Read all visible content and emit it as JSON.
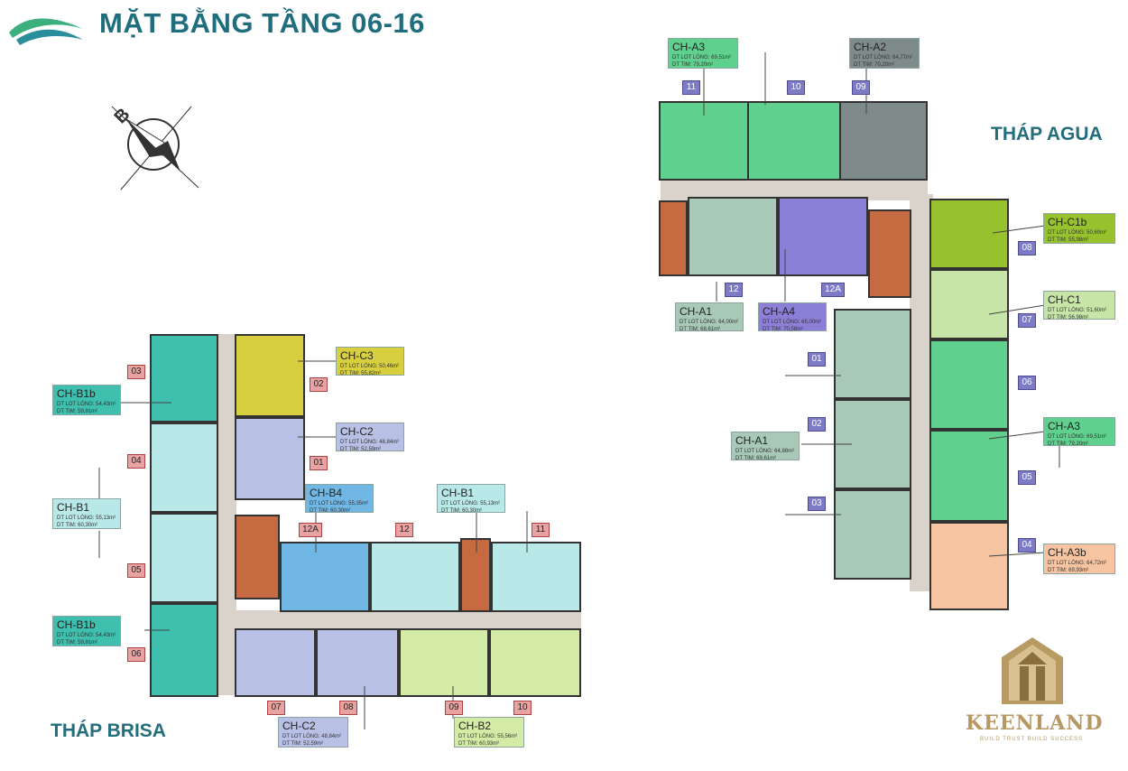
{
  "title": "MẶT BẰNG TẦNG 06-16",
  "compass_letter": "B",
  "towers": {
    "brisa": "THÁP BRISA",
    "agua": "THÁP AGUA"
  },
  "logo": {
    "name": "KEENLAND",
    "tagline": "BUILD TRUST BUILD SUCCESS"
  },
  "colors": {
    "teal": "#3fbfae",
    "lightcyan": "#b8e9e8",
    "yellow": "#d7cf3d",
    "lavender": "#b9c0e6",
    "blue": "#70b7e5",
    "lightgreen": "#d3eba5",
    "green": "#5fd08d",
    "gray": "#7f8b8a",
    "sage": "#a8c9b8",
    "purple": "#8c7fd8",
    "lime": "#97c22e",
    "palegreen": "#c6e5a6",
    "peach": "#f6c4a0",
    "stair": "#c66a42",
    "corridor": "#d9d3cc"
  },
  "units": [
    {
      "key": "ch-a3-top",
      "name": "CH-A3",
      "l1": "DT LOT LÒNG: 69,51m²",
      "l2": "DT TIM: 79,20m²",
      "color": "#5fd08d"
    },
    {
      "key": "ch-a2",
      "name": "CH-A2",
      "l1": "DT LOT LÒNG: 64,77m²",
      "l2": "DT TIM: 70,20m²",
      "color": "#7f8b8a"
    },
    {
      "key": "ch-c1b",
      "name": "CH-C1b",
      "l1": "DT LOT LÒNG: 50,60m²",
      "l2": "DT TIM: 55,98m²",
      "color": "#97c22e"
    },
    {
      "key": "ch-c1",
      "name": "CH-C1",
      "l1": "DT LOT LÒNG: 51,60m²",
      "l2": "DT TIM: 56,98m²",
      "color": "#c6e5a6"
    },
    {
      "key": "ch-a1-top",
      "name": "CH-A1",
      "l1": "DT LOT LÒNG: 64,00m²",
      "l2": "DT TIM: 68,61m²",
      "color": "#a8c9b8"
    },
    {
      "key": "ch-a4",
      "name": "CH-A4",
      "l1": "DT LOT LÒNG: 65,00m²",
      "l2": "DT TIM: 70,58m²",
      "color": "#8c7fd8"
    },
    {
      "key": "ch-a1-mid",
      "name": "CH-A1",
      "l1": "DT LOT LÒNG: 64,88m²",
      "l2": "DT TIM: 69,61m²",
      "color": "#a8c9b8"
    },
    {
      "key": "ch-a3-right",
      "name": "CH-A3",
      "l1": "DT LOT LÒNG: 69,51m²",
      "l2": "DT TIM: 79,20m²",
      "color": "#5fd08d"
    },
    {
      "key": "ch-a3b",
      "name": "CH-A3b",
      "l1": "DT LOT LÒNG: 64,72m²",
      "l2": "DT TIM: 69,93m²",
      "color": "#f6c4a0"
    },
    {
      "key": "ch-c3",
      "name": "CH-C3",
      "l1": "DT LOT LÒNG: 50,46m²",
      "l2": "DT TIM: 55,82m²",
      "color": "#d7cf3d"
    },
    {
      "key": "ch-b1b-top",
      "name": "CH-B1b",
      "l1": "DT LOT LÒNG: 54,43m²",
      "l2": "DT TIM: 59,81m²",
      "color": "#3fbfae"
    },
    {
      "key": "ch-c2-top",
      "name": "CH-C2",
      "l1": "DT LOT LÒNG: 48,84m²",
      "l2": "DT TIM: 52,59m²",
      "color": "#b9c0e6"
    },
    {
      "key": "ch-b4",
      "name": "CH-B4",
      "l1": "DT LOT LÒNG: 55,35m²",
      "l2": "DT TIM: 60,30m²",
      "color": "#70b7e5"
    },
    {
      "key": "ch-b1-right",
      "name": "CH-B1",
      "l1": "DT LOT LÒNG: 55,13m²",
      "l2": "DT TIM: 60,30m²",
      "color": "#b8e9e8"
    },
    {
      "key": "ch-b1-left",
      "name": "CH-B1",
      "l1": "DT LOT LÒNG: 55,13m²",
      "l2": "DT TIM: 60,30m²",
      "color": "#b8e9e8"
    },
    {
      "key": "ch-b1b-bot",
      "name": "CH-B1b",
      "l1": "DT LOT LÒNG: 54,43m²",
      "l2": "DT TIM: 59,81m²",
      "color": "#3fbfae"
    },
    {
      "key": "ch-c2-bot",
      "name": "CH-C2",
      "l1": "DT LOT LÒNG: 48,84m²",
      "l2": "DT TIM: 52,59m²",
      "color": "#b9c0e6"
    },
    {
      "key": "ch-b2",
      "name": "CH-B2",
      "l1": "DT LOT LÒNG: 55,56m²",
      "l2": "DT TIM: 60,93m²",
      "color": "#d3eba5"
    }
  ],
  "numbers_agua": [
    "11",
    "10",
    "09",
    "08",
    "07",
    "06",
    "05",
    "04",
    "12",
    "12A",
    "01",
    "02",
    "03"
  ],
  "numbers_brisa": [
    "03",
    "02",
    "01",
    "04",
    "05",
    "06",
    "12A",
    "12",
    "11",
    "07",
    "08",
    "09",
    "10"
  ]
}
